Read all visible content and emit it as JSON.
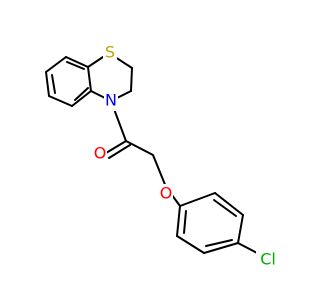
{
  "molecule": {
    "atoms": {
      "S": {
        "label": "S",
        "color": "#c8a000"
      },
      "N": {
        "label": "N",
        "color": "#0000ff"
      },
      "O_carbonyl": {
        "label": "O",
        "color": "#ff0000"
      },
      "O_ether": {
        "label": "O",
        "color": "#ff0000"
      },
      "Cl": {
        "label": "Cl",
        "color": "#00b000"
      }
    },
    "bond_color": "#000000"
  }
}
